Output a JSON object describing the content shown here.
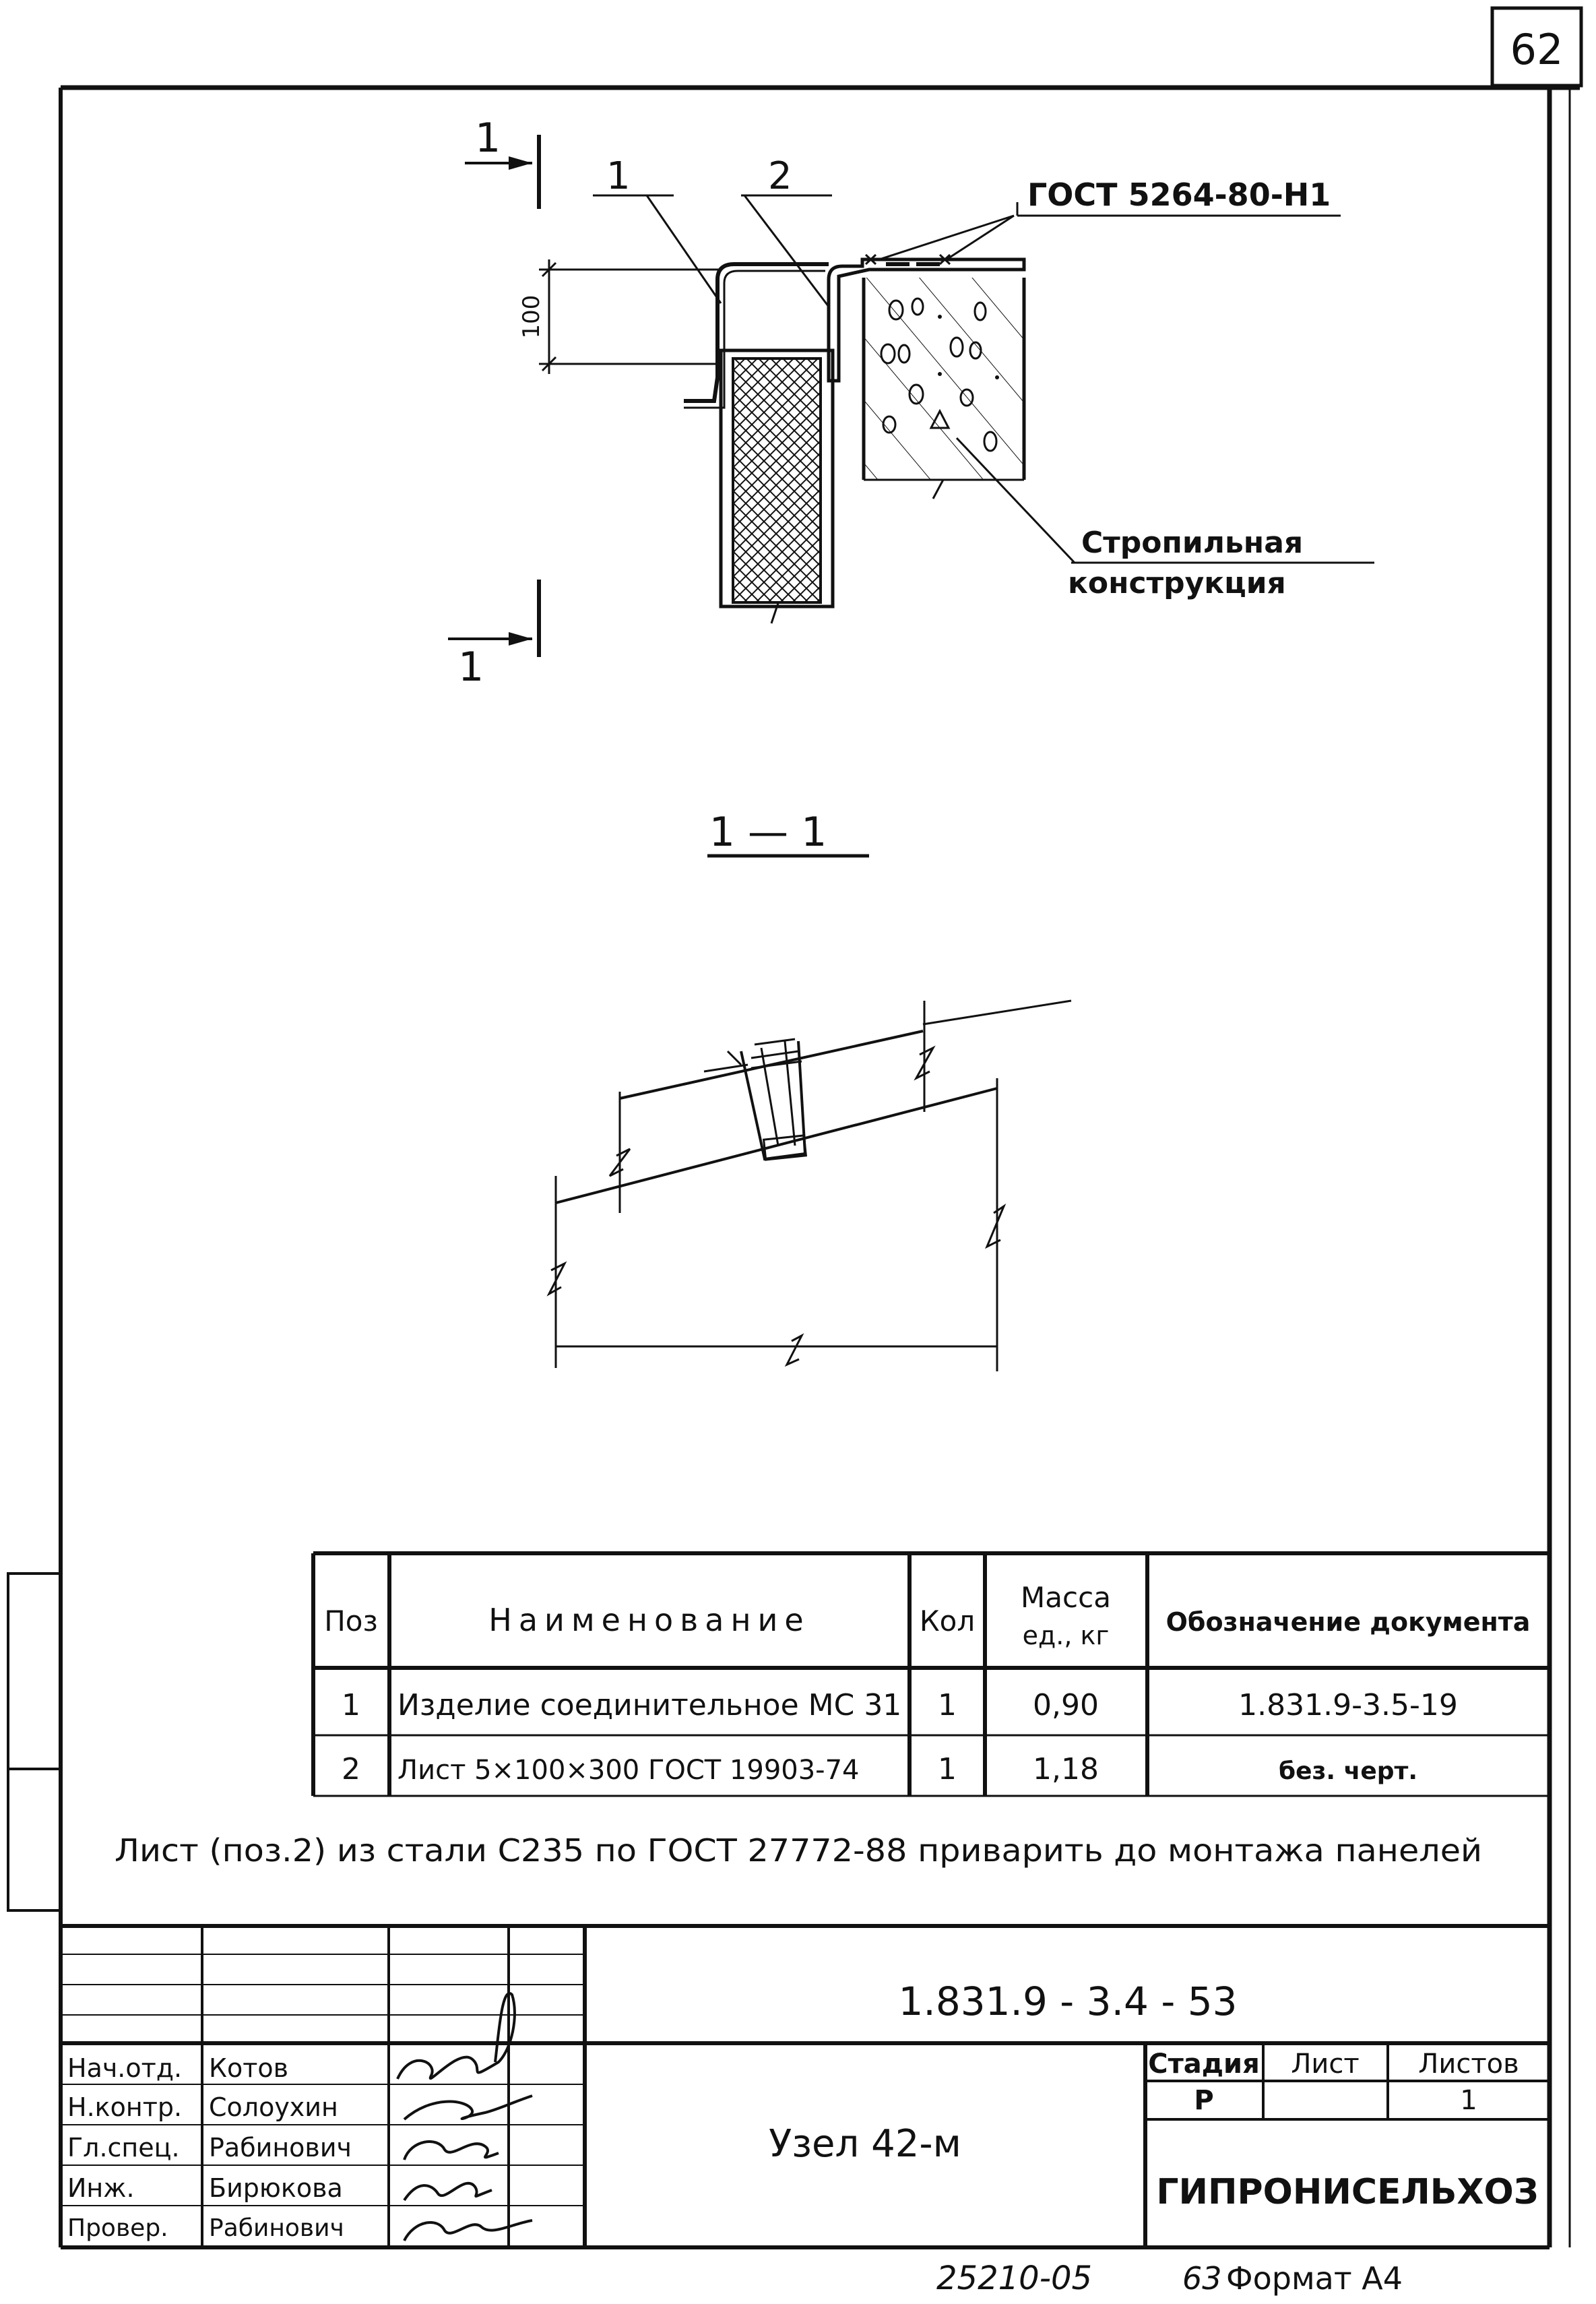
{
  "sheet": {
    "page_number": "62",
    "format_label": "Формат А4",
    "inventory_number": "25210-05",
    "page_mark": "63"
  },
  "drawing": {
    "section_mark_number": "1",
    "section_title": "1 — 1",
    "gost_weld_label": "ГОСТ 5264-80-Н1",
    "dimension_100": "100",
    "leader_labels": [
      "1",
      "2"
    ],
    "structure_label_line1": "Стропильная",
    "structure_label_line2": "конструкция"
  },
  "spec_table": {
    "headers": {
      "pos": "Поз",
      "name": "Наименование",
      "qty": "Кол",
      "mass_line1": "Масса",
      "mass_line2": "ед., кг",
      "doc": "Обозначение документа"
    },
    "rows": [
      {
        "pos": "1",
        "name": "Изделие соединительное МС 31",
        "qty": "1",
        "mass": "0,90",
        "doc": "1.831.9-3.5-19"
      },
      {
        "pos": "2",
        "name": "Лист 5×100×300 ГОСТ 19903-74",
        "qty": "1",
        "mass": "1,18",
        "doc": "без. черт."
      }
    ]
  },
  "note": "Лист (поз.2) из стали С235 по ГОСТ 27772-88 приварить до монтажа панелей",
  "title_block": {
    "designation": "1.831.9 - 3.4 - 53",
    "node_title": "Узел 42-м",
    "organization": "ГИПРОНИСЕЛЬХОЗ",
    "stage_header": "Стадия",
    "sheet_header": "Лист",
    "sheets_header": "Листов",
    "stage_value": "Р",
    "sheet_value": "",
    "sheets_value": "1",
    "roles": [
      {
        "role": "Нач.отд.",
        "name": "Котов"
      },
      {
        "role": "Н.контр.",
        "name": "Солоухин"
      },
      {
        "role": "Гл.спец.",
        "name": "Рабинович"
      },
      {
        "role": "Инж.",
        "name": "Бирюкова"
      },
      {
        "role": "Провер.",
        "name": "Рабинович"
      }
    ]
  }
}
